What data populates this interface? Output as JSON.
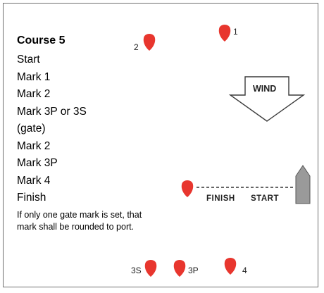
{
  "course": {
    "title": "Course 5",
    "sequence": [
      "Start",
      "Mark 1",
      "Mark 2",
      "Mark 3P or 3S",
      "(gate)",
      "Mark 2",
      "Mark 3P",
      "Mark 4",
      "Finish"
    ],
    "note": "If only one gate mark is set, that mark shall be rounded to port."
  },
  "diagram": {
    "wind_label": "WIND",
    "finish_label": "FINISH",
    "start_label": "START",
    "marks": {
      "mark_1": "1",
      "mark_2": "2",
      "mark_3s": "3S",
      "mark_3p": "3P",
      "mark_4": "4"
    },
    "mark_color": "#e8362e",
    "committee_boat_color": "#9a9a9a"
  }
}
